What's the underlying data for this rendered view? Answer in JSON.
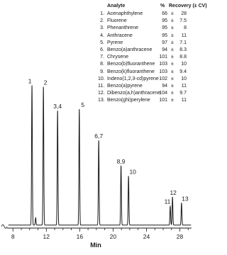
{
  "table": {
    "headers": {
      "analyte": "Analyte",
      "percent": "%",
      "recovery": "Recovery (± CV)"
    },
    "rows": [
      {
        "num": "1.",
        "name": "Acenaphthylene",
        "pct": "66",
        "pm": "±",
        "cv": "28"
      },
      {
        "num": "2.",
        "name": "Fluorene",
        "pct": "95",
        "pm": "±",
        "cv": "7.5"
      },
      {
        "num": "3.",
        "name": "Phenanthrene",
        "pct": "95",
        "pm": "±",
        "cv": "8"
      },
      {
        "num": "4.",
        "name": "Anthracene",
        "pct": "95",
        "pm": "±",
        "cv": "11"
      },
      {
        "num": "5.",
        "name": "Pyrene",
        "pct": "97",
        "pm": "±",
        "cv": "7.1"
      },
      {
        "num": "6.",
        "name": "Benzo(a)anthracene",
        "pct": "94",
        "pm": "±",
        "cv": "8.3"
      },
      {
        "num": "7.",
        "name": "Chrysene",
        "pct": "101",
        "pm": "±",
        "cv": "8.8"
      },
      {
        "num": "8.",
        "name": "Benzo(b)fluoranthene",
        "pct": "103",
        "pm": "±",
        "cv": "10"
      },
      {
        "num": "9.",
        "name": "Benzo(k)fluoranthene",
        "pct": "103",
        "pm": "±",
        "cv": "9.4"
      },
      {
        "num": "10.",
        "name": "Indeno(1,2,3-cd)pyrene",
        "pct": "102",
        "pm": "±",
        "cv": "10"
      },
      {
        "num": "11.",
        "name": "Benzo(a)pyrene",
        "pct": "94",
        "pm": "±",
        "cv": "11"
      },
      {
        "num": "12.",
        "name": "Dibenzo(a,h)anthracene",
        "pct": "104",
        "pm": "±",
        "cv": "9.7"
      },
      {
        "num": "13.",
        "name": "Benzo(ghi)perylene",
        "pct": "101",
        "pm": "±",
        "cv": "11"
      }
    ]
  },
  "chart_data": {
    "type": "line",
    "title": "",
    "xlabel": "Min",
    "ylabel": "",
    "xlim": [
      7.3,
      29.4
    ],
    "ylim": [
      0,
      100
    ],
    "x_ticks": [
      8,
      12,
      16,
      20,
      24,
      28
    ],
    "grid": false,
    "baseline": 2,
    "peaks": [
      {
        "label": "1",
        "x": 10.28,
        "height": 94
      },
      {
        "label": "",
        "x": 10.72,
        "height": 5
      },
      {
        "label": "2",
        "x": 11.65,
        "height": 93
      },
      {
        "label": "3,4",
        "x": 13.35,
        "height": 77
      },
      {
        "label": "5",
        "x": 15.95,
        "height": 78
      },
      {
        "label": "6,7",
        "x": 18.28,
        "height": 57
      },
      {
        "label": "8,9",
        "x": 20.95,
        "height": 40
      },
      {
        "label": "10",
        "x": 21.85,
        "height": 33
      },
      {
        "label": "11",
        "x": 26.85,
        "height": 13
      },
      {
        "label": "12",
        "x": 27.12,
        "height": 19
      },
      {
        "label": "13",
        "x": 28.2,
        "height": 15
      }
    ]
  }
}
